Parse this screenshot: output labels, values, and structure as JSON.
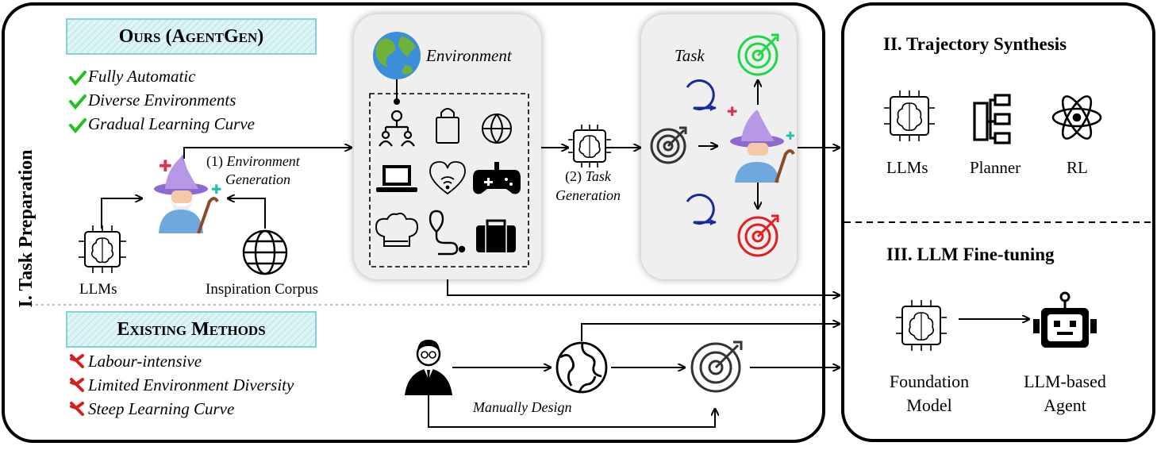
{
  "ours": {
    "banner_title": "Ours (AgentGen)",
    "benefits": [
      "Fully Automatic",
      "Diverse Environments",
      "Gradual Learning Curve"
    ]
  },
  "existing": {
    "banner_title": "Existing Methods",
    "drawbacks": [
      "Labour-intensive",
      "Limited Environment Diversity",
      "Steep Learning Curve"
    ],
    "manual_label": "Manually Design"
  },
  "stage1": {
    "title": "I. Task Preparation",
    "llms_label": "LLMs",
    "corpus_label": "Inspiration Corpus",
    "step1_num": "(1)",
    "step1_text_a": "Environment",
    "step1_text_b": "Generation",
    "environment_label": "Environment",
    "step2_num": "(2)",
    "step2_text_a": "Task",
    "step2_text_b": "Generation",
    "task_label": "Task"
  },
  "stage2": {
    "title": "II. Trajectory Synthesis",
    "items": [
      "LLMs",
      "Planner",
      "RL"
    ]
  },
  "stage3": {
    "title": "III. LLM Fine-tuning",
    "foundation_a": "Foundation",
    "foundation_b": "Model",
    "agent_a": "LLM-based",
    "agent_b": "Agent"
  },
  "colors": {
    "check": "#22c022",
    "cross": "#d62020",
    "success_target": "#22d64a",
    "fail_target": "#e02020",
    "loop": "#1a2a9a",
    "banner_border": "#7fd3d9"
  }
}
